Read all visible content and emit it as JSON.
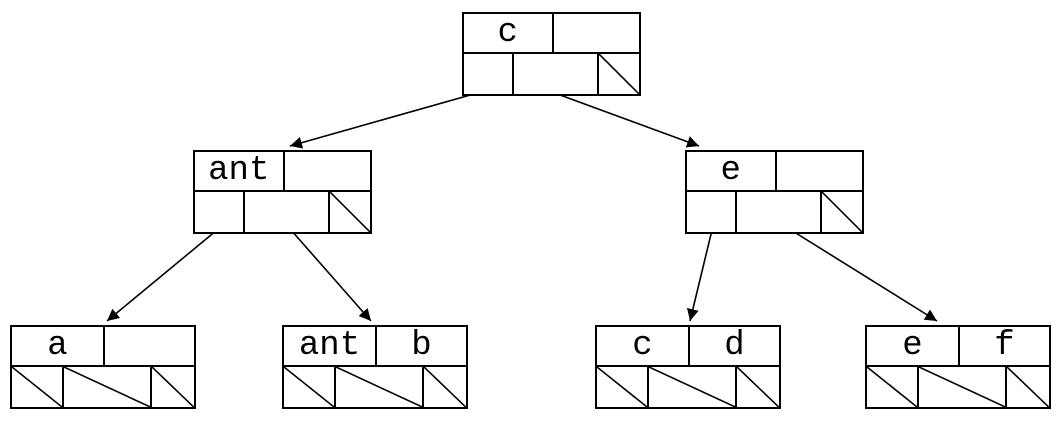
{
  "diagram": {
    "type": "b-tree",
    "colors": {
      "line": "#000000",
      "background": "#ffffff"
    },
    "nodes": {
      "root": {
        "key1": "c",
        "key2": ""
      },
      "left": {
        "key1": "ant",
        "key2": ""
      },
      "right": {
        "key1": "e",
        "key2": ""
      },
      "leaf1": {
        "key1": "a",
        "key2": ""
      },
      "leaf2": {
        "key1": "ant",
        "key2": "b"
      },
      "leaf3": {
        "key1": "c",
        "key2": "d"
      },
      "leaf4": {
        "key1": "e",
        "key2": "f"
      }
    }
  }
}
